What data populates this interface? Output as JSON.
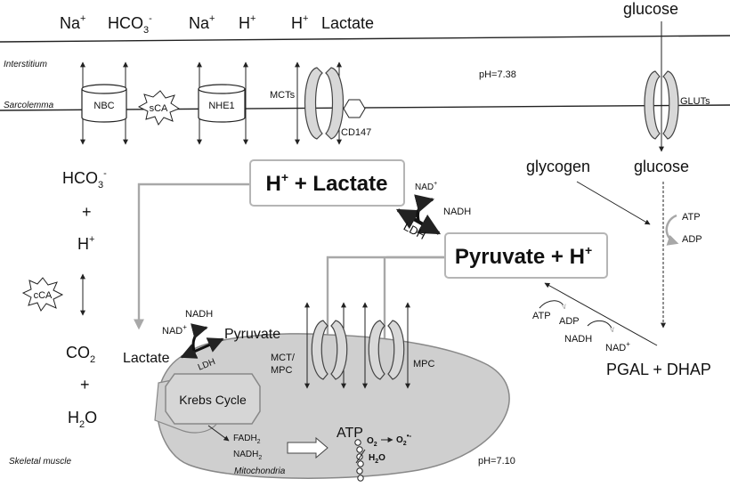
{
  "colors": {
    "membrane_line": "#222222",
    "box_border": "#b5b5b5",
    "mito_fill": "#cfcfcf",
    "transporter_fill": "#d8d8d8",
    "flow_arrow": "#a8a8a8"
  },
  "top_ions": {
    "na1": "Na",
    "na1_sup": "+",
    "hco3": "HCO",
    "hco3_sub": "3",
    "hco3_sup": "-",
    "na2": "Na",
    "na2_sup": "+",
    "h1": "H",
    "h1_sup": "+",
    "h2": "H",
    "h2_sup": "+",
    "lactate": "Lactate",
    "glucose": "glucose"
  },
  "labels": {
    "interstitium": "Interstitium",
    "sarcolemma": "Sarcolemma",
    "skeletal_muscle": "Skeletal muscle",
    "ph_out": "pH=7.38",
    "ph_in": "pH=7.10",
    "mitochondria": "Mitochondria"
  },
  "transporters": {
    "nbc": "NBC",
    "sca": "sCA",
    "nhe1": "NHE1",
    "mcts": "MCTs",
    "cd147": "CD147",
    "gluts": "GLUTs",
    "cca": "cCA",
    "mct_mpc_line1": "MCT/",
    "mct_mpc_line2": "MPC",
    "mpc": "MPC"
  },
  "intracellular": {
    "hco3": "HCO",
    "hco3_sub": "3",
    "hco3_sup": "-",
    "plus1": "+",
    "h": "H",
    "h_sup": "+",
    "co2": "CO",
    "co2_sub": "2",
    "plus2": "+",
    "h2o": "H",
    "h2o_sub": "2",
    "h2o_tail": "O",
    "glycogen": "glycogen",
    "glucose": "glucose",
    "atp": "ATP",
    "adp": "ADP",
    "atp2": "ATP",
    "adp2": "ADP",
    "nadh_lower": "NADH",
    "nad_lower": "NAD",
    "nad_lower_sup": "+",
    "pgal_dhap": "PGAL + DHAP"
  },
  "boxes": {
    "h_lactate_h": "H",
    "h_lactate_sup": "+",
    "h_lactate_rest": " + Lactate",
    "pyruvate": "Pyruvate + H",
    "pyruvate_sup": "+"
  },
  "ldh_main": {
    "nad": "NAD",
    "nad_sup": "+",
    "nadh": "NADH",
    "ldh": "LDH"
  },
  "mito_ldh": {
    "nadh": "NADH",
    "nad": "NAD",
    "nad_sup": "+",
    "pyruvate": "Pyruvate",
    "lactate": "Lactate",
    "ldh": "LDH"
  },
  "mito_inner": {
    "krebs": "Krebs Cycle",
    "fadh": "FADH",
    "fadh_sub": "2",
    "nadh": "NADH",
    "nadh_sub": "2",
    "atp": "ATP",
    "o2": "O",
    "o2_sub": "2",
    "o2rad": "O",
    "o2rad_sub": "2",
    "o2rad_sup": "•-",
    "h2o": "H",
    "h2o_sub": "2",
    "h2o_tail": "O"
  }
}
